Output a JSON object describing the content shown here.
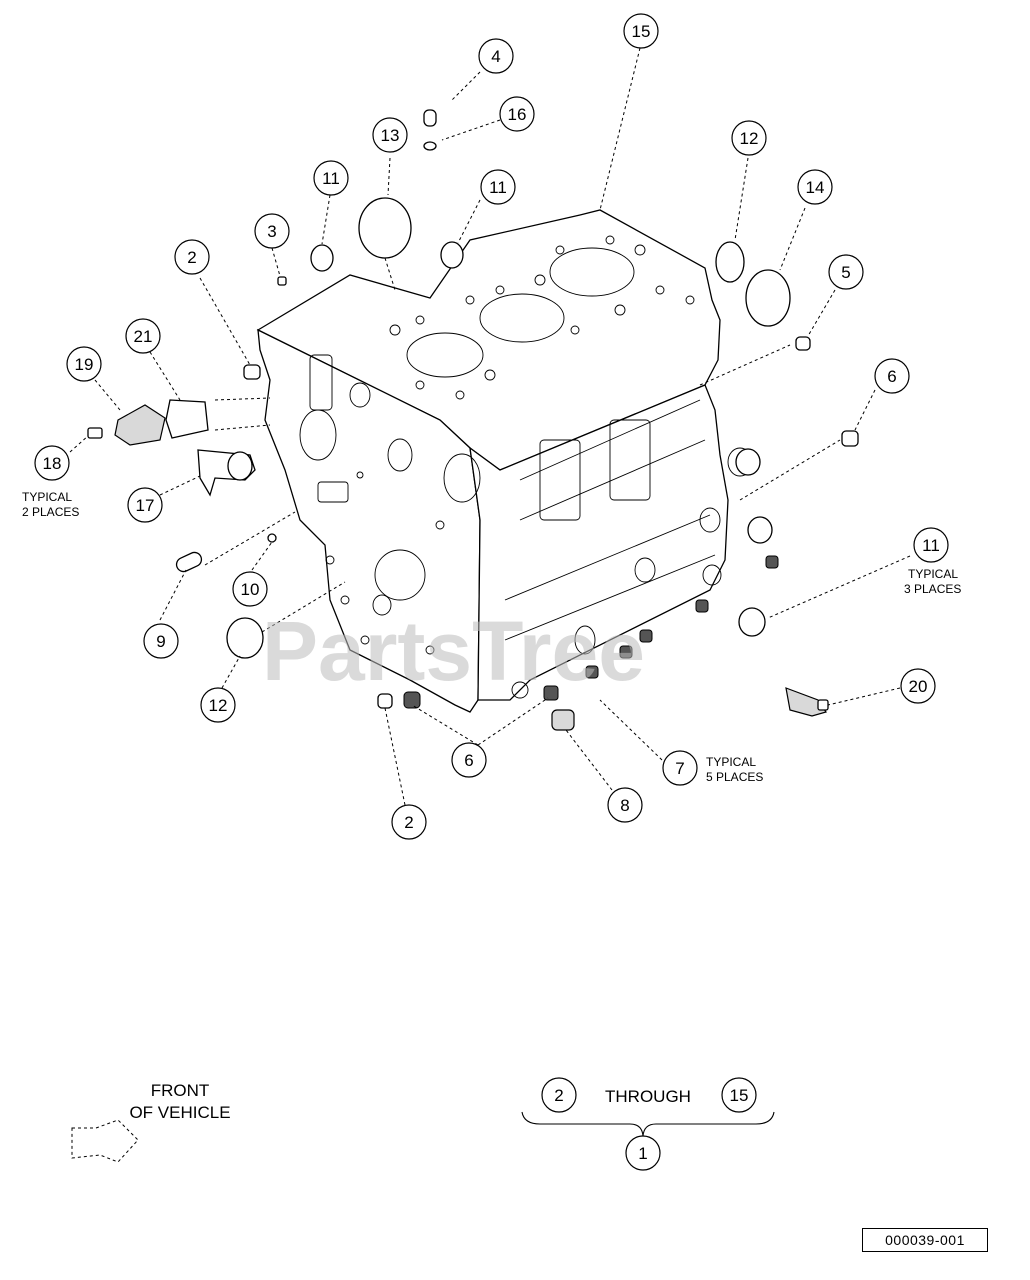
{
  "callouts": {
    "c1": "1",
    "c2a": "2",
    "c2b": "2",
    "c2c": "2",
    "c3": "3",
    "c4": "4",
    "c5": "5",
    "c6a": "6",
    "c6b": "6",
    "c7": "7",
    "c8": "8",
    "c9": "9",
    "c10": "10",
    "c11a": "11",
    "c11b": "11",
    "c11c": "11",
    "c12a": "12",
    "c12b": "12",
    "c13": "13",
    "c14": "14",
    "c15a": "15",
    "c15b": "15",
    "c16": "16",
    "c17": "17",
    "c18": "18",
    "c19": "19",
    "c20": "20",
    "c21": "21"
  },
  "notes": {
    "typical_2_line1": "TYPICAL",
    "typical_2_line2": "2 PLACES",
    "typical_3_line1": "TYPICAL",
    "typical_3_line2": "3 PLACES",
    "typical_5_line1": "TYPICAL",
    "typical_5_line2": "5 PLACES",
    "front_line1": "FRONT",
    "front_line2": "OF VEHICLE",
    "through": "THROUGH"
  },
  "watermark": "PartsTree",
  "drawing_code": "000039-001"
}
